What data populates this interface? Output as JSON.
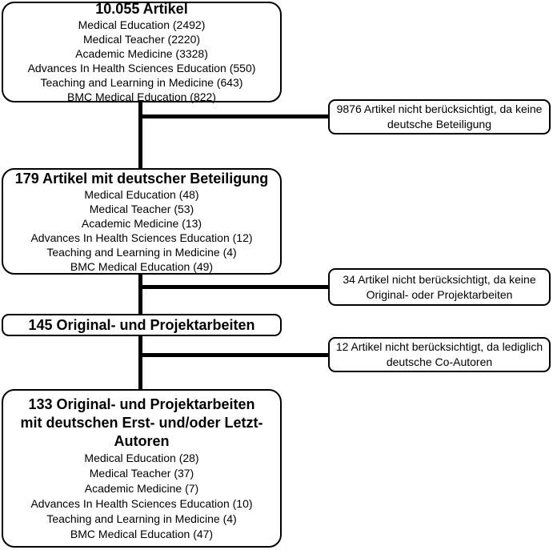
{
  "flow": {
    "box1": {
      "title": "10.055 Artikel",
      "items": [
        "Medical Education (2492)",
        "Medical Teacher (2220)",
        "Academic Medicine (3328)",
        "Advances In Health Sciences Education (550)",
        "Teaching and Learning in Medicine (643)",
        "BMC Medical Education (822)"
      ]
    },
    "exclusion1": {
      "lines": [
        "9876 Artikel nicht berücksichtigt, da keine",
        "deutsche Beteiligung"
      ]
    },
    "box2": {
      "title": "179 Artikel mit deutscher Beteiligung",
      "items": [
        "Medical Education (48)",
        "Medical Teacher (53)",
        "Academic Medicine (13)",
        "Advances In Health Sciences Education (12)",
        "Teaching and Learning in Medicine (4)",
        "BMC Medical Education (49)"
      ]
    },
    "exclusion2": {
      "lines": [
        "34 Artikel nicht berücksichtigt, da keine",
        "Original- oder Projektarbeiten"
      ]
    },
    "box3": {
      "title": "145 Original- und Projektarbeiten"
    },
    "exclusion3": {
      "lines": [
        "12 Artikel nicht berücksichtigt, da lediglich",
        "deutsche Co-Autoren"
      ]
    },
    "box4": {
      "title_lines": [
        "133 Original- und Projektarbeiten",
        "mit deutschen Erst- und/oder Letzt-",
        "Autoren"
      ],
      "items": [
        "Medical Education (28)",
        "Medical Teacher (37)",
        "Academic Medicine (7)",
        "Advances In Health Sciences Education (10)",
        "Teaching and Learning in Medicine (4)",
        "BMC Medical Education (47)"
      ]
    },
    "colors": {
      "border": "#000000",
      "line": "#000000",
      "background": "#ffffff",
      "text": "#000000"
    }
  }
}
